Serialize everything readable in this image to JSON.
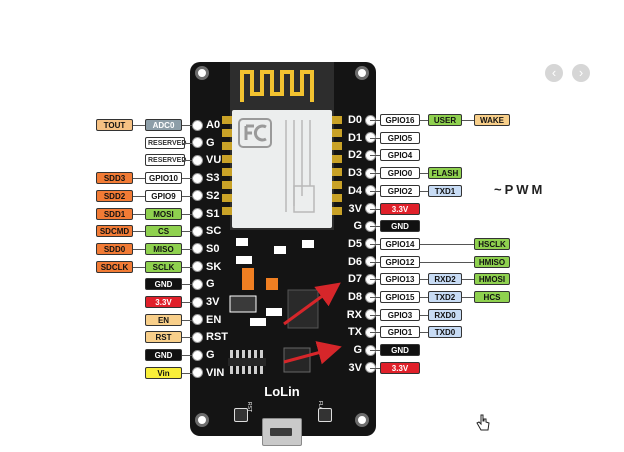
{
  "board": {
    "brand": "LoLin",
    "rst_label": "RST",
    "flash_label": "FLASH"
  },
  "colors": {
    "board": "#141414",
    "gpio_tag": "#ffffff",
    "green_tag": "#8fd14f",
    "orange_tag": "#f27b35",
    "red_tag": "#e0202a",
    "yellow_tag": "#f9ef3a",
    "blue_tag": "#c8dcf5",
    "black_tag": "#111111",
    "gray_tag": "#8d9ea8",
    "tan_tag": "#f8cf8a",
    "peach_tag": "#f6c183",
    "arrow": "#d6262a"
  },
  "left_pins": [
    {
      "pin": "A0",
      "tags": [
        {
          "text": "TOUT",
          "style": "peach"
        },
        {
          "text": "ADC0",
          "style": "gray"
        }
      ]
    },
    {
      "pin": "G",
      "tags": [
        {
          "text": "RESERVED",
          "style": "white_small"
        }
      ]
    },
    {
      "pin": "VU",
      "tags": [
        {
          "text": "RESERVED",
          "style": "white_small"
        }
      ]
    },
    {
      "pin": "S3",
      "tags": [
        {
          "text": "SDD3",
          "style": "orange"
        },
        {
          "text": "GPIO10",
          "style": "gpio"
        }
      ]
    },
    {
      "pin": "S2",
      "tags": [
        {
          "text": "SDD2",
          "style": "orange"
        },
        {
          "text": "GPIO9",
          "style": "gpio"
        }
      ]
    },
    {
      "pin": "S1",
      "tags": [
        {
          "text": "SDD1",
          "style": "orange"
        },
        {
          "text": "MOSI",
          "style": "green"
        }
      ]
    },
    {
      "pin": "SC",
      "tags": [
        {
          "text": "SDCMD",
          "style": "orange"
        },
        {
          "text": "CS",
          "style": "green"
        }
      ]
    },
    {
      "pin": "S0",
      "tags": [
        {
          "text": "SDD0",
          "style": "orange"
        },
        {
          "text": "MISO",
          "style": "green"
        }
      ]
    },
    {
      "pin": "SK",
      "tags": [
        {
          "text": "SDCLK",
          "style": "orange"
        },
        {
          "text": "SCLK",
          "style": "green"
        }
      ]
    },
    {
      "pin": "G",
      "tags": [
        {
          "text": "GND",
          "style": "black"
        }
      ]
    },
    {
      "pin": "3V",
      "tags": [
        {
          "text": "3.3V",
          "style": "red"
        }
      ]
    },
    {
      "pin": "EN",
      "tags": [
        {
          "text": "EN",
          "style": "tan"
        }
      ]
    },
    {
      "pin": "RST",
      "tags": [
        {
          "text": "RST",
          "style": "tan"
        }
      ]
    },
    {
      "pin": "G",
      "tags": [
        {
          "text": "GND",
          "style": "black"
        }
      ]
    },
    {
      "pin": "VIN",
      "tags": [
        {
          "text": "Vin",
          "style": "yellow"
        }
      ]
    }
  ],
  "right_pins": [
    {
      "pin": "D0",
      "tags": [
        {
          "text": "GPIO16",
          "style": "gpio"
        },
        {
          "text": "USER",
          "style": "green"
        },
        {
          "text": "WAKE",
          "style": "tan"
        }
      ]
    },
    {
      "pin": "D1",
      "tags": [
        {
          "text": "GPIO5",
          "style": "gpio"
        }
      ]
    },
    {
      "pin": "D2",
      "tags": [
        {
          "text": "GPIO4",
          "style": "gpio"
        }
      ]
    },
    {
      "pin": "D3",
      "tags": [
        {
          "text": "GPIO0",
          "style": "gpio"
        },
        {
          "text": "FLASH",
          "style": "green"
        }
      ]
    },
    {
      "pin": "D4",
      "tags": [
        {
          "text": "GPIO2",
          "style": "gpio"
        },
        {
          "text": "TXD1",
          "style": "blue"
        }
      ]
    },
    {
      "pin": "3V",
      "tags": [
        {
          "text": "3.3V",
          "style": "red"
        }
      ]
    },
    {
      "pin": "G",
      "tags": [
        {
          "text": "GND",
          "style": "black"
        }
      ]
    },
    {
      "pin": "D5",
      "tags": [
        {
          "text": "GPIO14",
          "style": "gpio"
        },
        {
          "text": "HSCLK",
          "style": "green_far"
        }
      ]
    },
    {
      "pin": "D6",
      "tags": [
        {
          "text": "GPIO12",
          "style": "gpio"
        },
        {
          "text": "HMISO",
          "style": "green_far"
        }
      ]
    },
    {
      "pin": "D7",
      "tags": [
        {
          "text": "GPIO13",
          "style": "gpio"
        },
        {
          "text": "RXD2",
          "style": "blue"
        },
        {
          "text": "HMOSI",
          "style": "green"
        }
      ]
    },
    {
      "pin": "D8",
      "tags": [
        {
          "text": "GPIO15",
          "style": "gpio"
        },
        {
          "text": "TXD2",
          "style": "blue"
        },
        {
          "text": "HCS",
          "style": "green"
        }
      ]
    },
    {
      "pin": "RX",
      "tags": [
        {
          "text": "GPIO3",
          "style": "gpio"
        },
        {
          "text": "RXD0",
          "style": "blue"
        }
      ]
    },
    {
      "pin": "TX",
      "tags": [
        {
          "text": "GPIO1",
          "style": "gpio"
        },
        {
          "text": "TXD0",
          "style": "blue"
        }
      ]
    },
    {
      "pin": "G",
      "tags": [
        {
          "text": "GND",
          "style": "black"
        }
      ]
    },
    {
      "pin": "3V",
      "tags": [
        {
          "text": "3.3V",
          "style": "red"
        }
      ]
    }
  ],
  "annotation": {
    "pwm": "~PWM"
  },
  "icons": {
    "prev": "chevron-left-icon",
    "next": "chevron-right-icon",
    "cursor": "hand-pointer-icon"
  }
}
